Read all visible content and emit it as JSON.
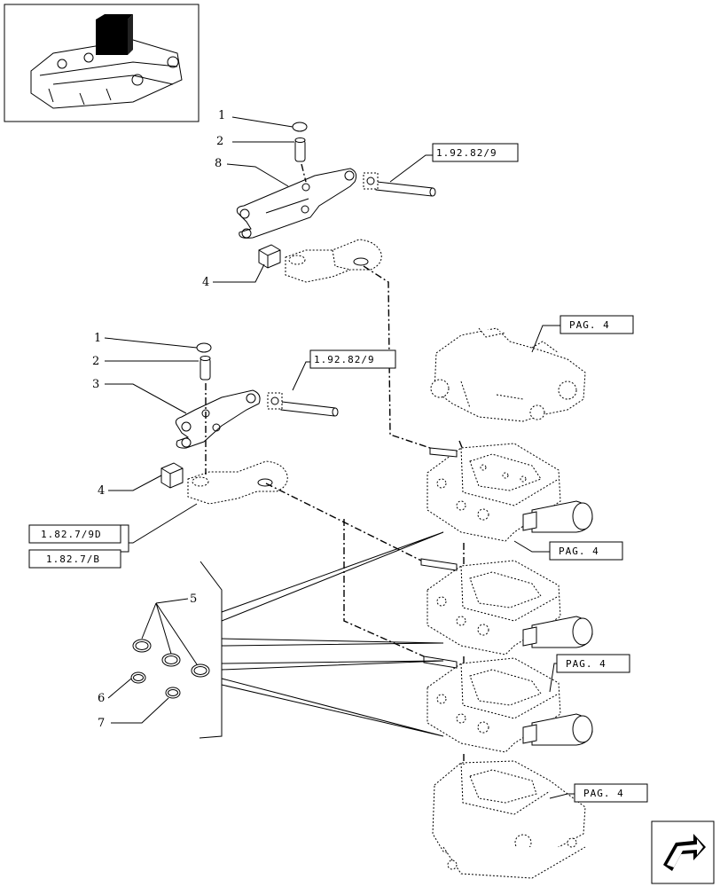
{
  "diagram": {
    "callouts": [
      {
        "id": "c1a",
        "label": "1"
      },
      {
        "id": "c2a",
        "label": "2"
      },
      {
        "id": "c8",
        "label": "8"
      },
      {
        "id": "c4a",
        "label": "4"
      },
      {
        "id": "c1b",
        "label": "1"
      },
      {
        "id": "c2b",
        "label": "2"
      },
      {
        "id": "c3",
        "label": "3"
      },
      {
        "id": "c4b",
        "label": "4"
      },
      {
        "id": "c5",
        "label": "5"
      },
      {
        "id": "c6",
        "label": "6"
      },
      {
        "id": "c7",
        "label": "7"
      }
    ],
    "references": [
      {
        "id": "ref-upper",
        "text": "1.92.82/9"
      },
      {
        "id": "ref-middle",
        "text": "1.92.82/9"
      },
      {
        "id": "ref-9d",
        "text": "1.82.7/9D"
      },
      {
        "id": "ref-b",
        "text": "1.82.7/B"
      },
      {
        "id": "pag1",
        "text": "PAG. 4"
      },
      {
        "id": "pag2",
        "text": "PAG. 4"
      },
      {
        "id": "pag3",
        "text": "PAG. 4"
      },
      {
        "id": "pag4",
        "text": "PAG. 4"
      }
    ]
  }
}
